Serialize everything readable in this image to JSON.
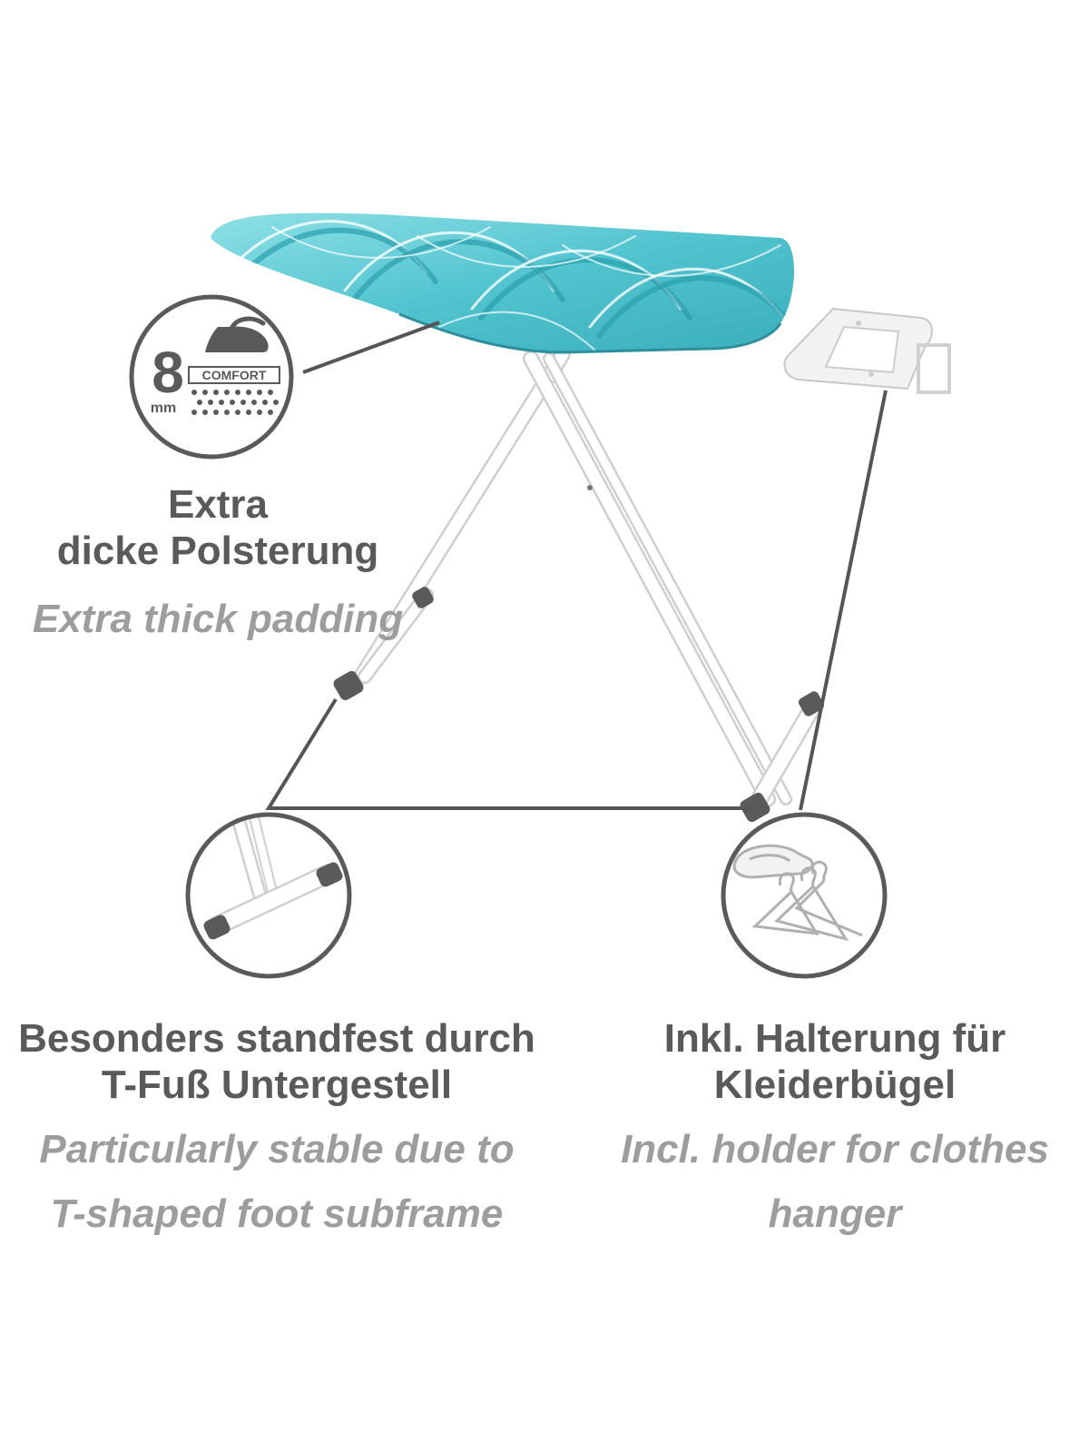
{
  "badges": {
    "padding": {
      "number": "8",
      "unit": "mm",
      "label": "COMFORT"
    }
  },
  "features": [
    {
      "id": "padding",
      "title_de_lines": [
        "Extra",
        "dicke Polsterung"
      ],
      "title_en_lines": [
        "Extra thick padding"
      ]
    },
    {
      "id": "t-foot",
      "title_de_lines": [
        "Besonders standfest durch",
        "T-Fuß Untergestell"
      ],
      "title_en_lines": [
        "Particularly stable due to",
        "T-shaped foot subframe"
      ]
    },
    {
      "id": "hanger-holder",
      "title_de_lines": [
        "Inkl. Halterung für",
        "Kleiderbügel"
      ],
      "title_en_lines": [
        "Incl. holder for clothes",
        "hanger"
      ]
    }
  ],
  "colors": {
    "text_dark": "#5a5a5a",
    "text_light": "#9d9d9d",
    "board_cover": "#4fc3cf",
    "board_cover_light": "#8fe0e6",
    "frame": "#ffffff",
    "foot_caps": "#555555",
    "callout_lines": "#555555"
  }
}
